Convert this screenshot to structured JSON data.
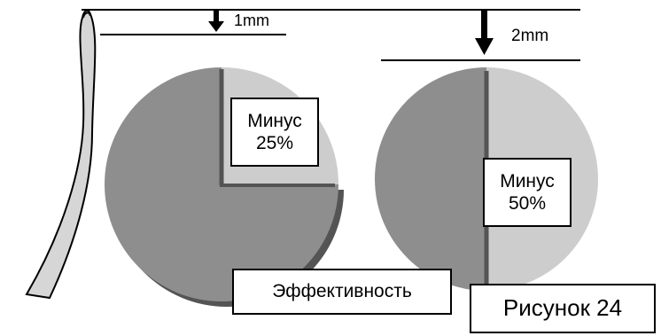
{
  "colors": {
    "pie_dark": "#8e8e8e",
    "pie_light": "#cdcdcd",
    "shadow": "#545454",
    "blade_fill": "#d6d6d6",
    "line": "#000000"
  },
  "icons": {
    "arrow_down": "down-arrow-icon"
  },
  "diagram": {
    "left_gap_label": "1mm",
    "right_gap_label": "2mm",
    "left_pie_label": {
      "line1": "Минус",
      "line2": "25%"
    },
    "right_pie_label": {
      "line1": "Минус",
      "line2": "50%"
    },
    "efficiency_label": "Эффективность",
    "figure_caption": "Рисунок 24"
  }
}
